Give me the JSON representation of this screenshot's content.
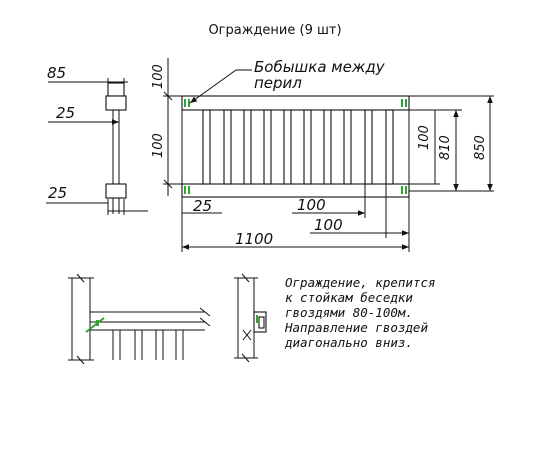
{
  "title": "Ограждение (9 шт)",
  "callout": {
    "line1": "Бобышка между",
    "line2": "перил"
  },
  "dimensions": {
    "d85": "85",
    "d25_top": "25",
    "d25_bottom": "25",
    "d100_top_side": "100",
    "d100_mid_side": "100",
    "d25_right": "25",
    "d100_upper": "100",
    "d100_lower": "100",
    "d1100": "1100",
    "d100_right_v": "100",
    "d810": "810",
    "d850": "850"
  },
  "note": [
    "Ограждение, крепится",
    "к стойкам беседки",
    "гвоздями 80-100м.",
    "Направление гвоздей",
    "диагонально вниз."
  ],
  "colors": {
    "line": "#111111",
    "accent": "#2fa32f"
  }
}
